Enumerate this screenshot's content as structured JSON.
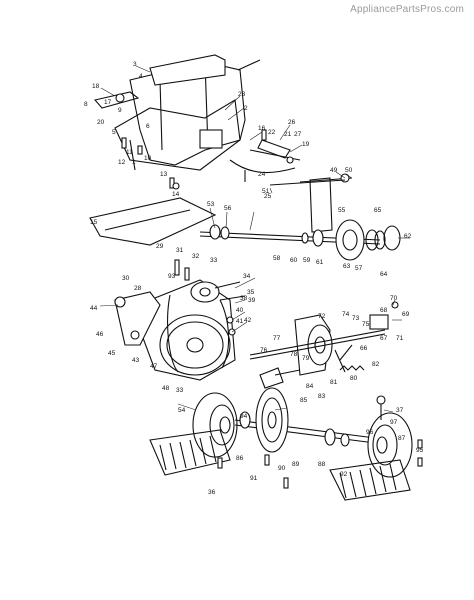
{
  "watermark": "AppliancePartsPros.com",
  "callouts": [
    {
      "id": "c3",
      "t": "3"
    },
    {
      "id": "c4",
      "t": "4"
    },
    {
      "id": "c18",
      "t": "18"
    },
    {
      "id": "c17",
      "t": "17"
    },
    {
      "id": "c8",
      "t": "8"
    },
    {
      "id": "c9",
      "t": "9"
    },
    {
      "id": "c20",
      "t": "20"
    },
    {
      "id": "c5",
      "t": "5"
    },
    {
      "id": "c23",
      "t": "23"
    },
    {
      "id": "c2",
      "t": "2"
    },
    {
      "id": "c6",
      "t": "6"
    },
    {
      "id": "c16",
      "t": "16"
    },
    {
      "id": "c22",
      "t": "22"
    },
    {
      "id": "c26",
      "t": "26"
    },
    {
      "id": "c21",
      "t": "21"
    },
    {
      "id": "c27",
      "t": "27"
    },
    {
      "id": "c19",
      "t": "19"
    },
    {
      "id": "c11",
      "t": "11"
    },
    {
      "id": "c12",
      "t": "12"
    },
    {
      "id": "c10",
      "t": "10"
    },
    {
      "id": "c1",
      "t": "1"
    },
    {
      "id": "c13",
      "t": "13"
    },
    {
      "id": "c14",
      "t": "14"
    },
    {
      "id": "c24",
      "t": "24"
    },
    {
      "id": "c25",
      "t": "25"
    },
    {
      "id": "c49",
      "t": "49"
    },
    {
      "id": "c50",
      "t": "50"
    },
    {
      "id": "c51",
      "t": "51"
    },
    {
      "id": "c53",
      "t": "53"
    },
    {
      "id": "c56",
      "t": "56"
    },
    {
      "id": "c15",
      "t": "15"
    },
    {
      "id": "c55",
      "t": "55"
    },
    {
      "id": "c57",
      "t": "57"
    },
    {
      "id": "c58",
      "t": "58"
    },
    {
      "id": "c60",
      "t": "60"
    },
    {
      "id": "c59",
      "t": "59"
    },
    {
      "id": "c61",
      "t": "61"
    },
    {
      "id": "c62",
      "t": "62"
    },
    {
      "id": "c63",
      "t": "63"
    },
    {
      "id": "c64",
      "t": "64"
    },
    {
      "id": "c29",
      "t": "29"
    },
    {
      "id": "c31",
      "t": "31"
    },
    {
      "id": "c33",
      "t": "33"
    },
    {
      "id": "c32",
      "t": "32"
    },
    {
      "id": "c34",
      "t": "34"
    },
    {
      "id": "c30",
      "t": "30"
    },
    {
      "id": "c28",
      "t": "28"
    },
    {
      "id": "c35",
      "t": "35"
    },
    {
      "id": "c38",
      "t": "38"
    },
    {
      "id": "c39",
      "t": "39"
    },
    {
      "id": "c40",
      "t": "40"
    },
    {
      "id": "c41",
      "t": "41"
    },
    {
      "id": "c42",
      "t": "42"
    },
    {
      "id": "c44",
      "t": "44"
    },
    {
      "id": "c45",
      "t": "45"
    },
    {
      "id": "c43",
      "t": "43"
    },
    {
      "id": "c47",
      "t": "47"
    },
    {
      "id": "c46",
      "t": "46"
    },
    {
      "id": "c48",
      "t": "48"
    },
    {
      "id": "c33b",
      "t": "33"
    },
    {
      "id": "c70",
      "t": "70"
    },
    {
      "id": "c69",
      "t": "69"
    },
    {
      "id": "c68",
      "t": "68"
    },
    {
      "id": "c72",
      "t": "72"
    },
    {
      "id": "c73",
      "t": "73"
    },
    {
      "id": "c74",
      "t": "74"
    },
    {
      "id": "c75",
      "t": "75"
    },
    {
      "id": "c76",
      "t": "76"
    },
    {
      "id": "c77",
      "t": "77"
    },
    {
      "id": "c78",
      "t": "78"
    },
    {
      "id": "c79",
      "t": "79"
    },
    {
      "id": "c67",
      "t": "67"
    },
    {
      "id": "c71",
      "t": "71"
    },
    {
      "id": "c66",
      "t": "66"
    },
    {
      "id": "c80",
      "t": "80"
    },
    {
      "id": "c81",
      "t": "81"
    },
    {
      "id": "c82",
      "t": "82"
    },
    {
      "id": "c83",
      "t": "83"
    },
    {
      "id": "c84",
      "t": "84"
    },
    {
      "id": "c85",
      "t": "85"
    },
    {
      "id": "c86",
      "t": "86"
    },
    {
      "id": "c87",
      "t": "87"
    },
    {
      "id": "c88",
      "t": "88"
    },
    {
      "id": "c89",
      "t": "89"
    },
    {
      "id": "c90",
      "t": "90"
    },
    {
      "id": "c91",
      "t": "91"
    },
    {
      "id": "c92",
      "t": "92"
    },
    {
      "id": "c93",
      "t": "93"
    },
    {
      "id": "c94",
      "t": "94"
    },
    {
      "id": "c95",
      "t": "95"
    },
    {
      "id": "c96",
      "t": "96"
    },
    {
      "id": "c97",
      "t": "97"
    },
    {
      "id": "c36",
      "t": "36"
    },
    {
      "id": "c37",
      "t": "37"
    },
    {
      "id": "c54",
      "t": "54"
    },
    {
      "id": "c65",
      "t": "65"
    }
  ]
}
